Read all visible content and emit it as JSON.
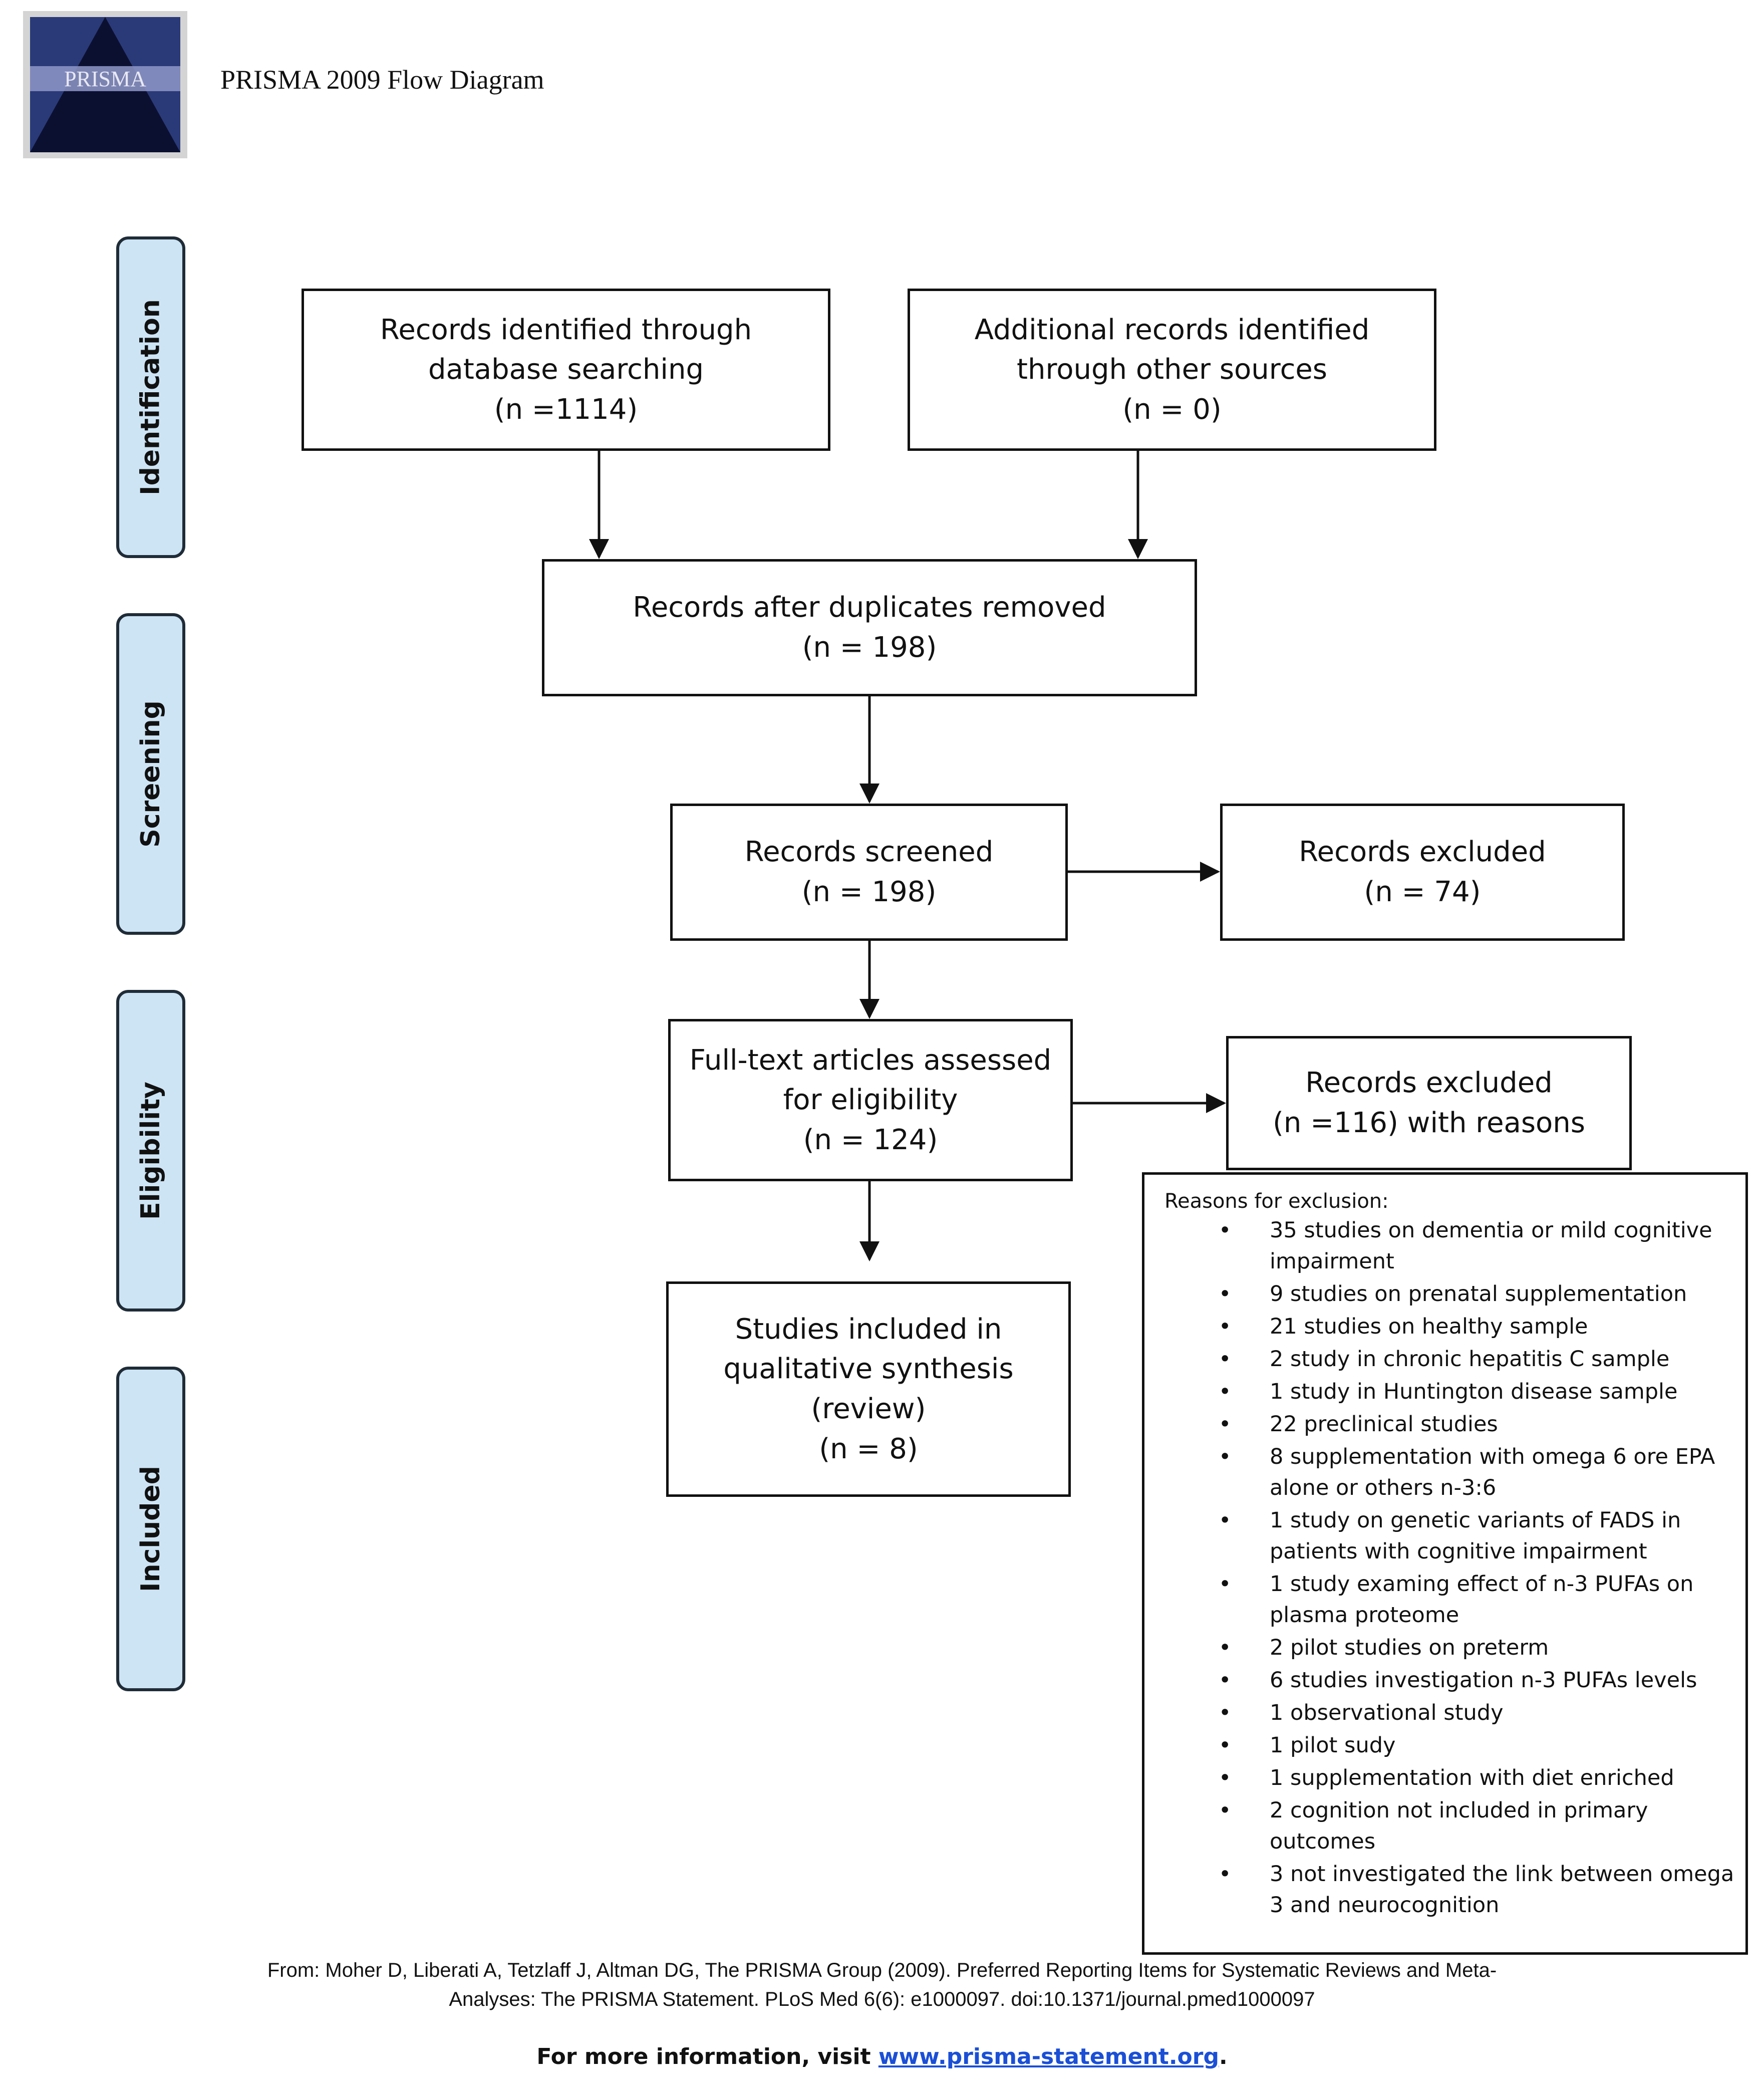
{
  "header": {
    "logo_text": "PRISMA",
    "title": "PRISMA 2009 Flow Diagram"
  },
  "stages": {
    "identification": "Identification",
    "screening": "Screening",
    "eligibility": "Eligibility",
    "included": "Included"
  },
  "boxes": {
    "database": {
      "line1": "Records identified through",
      "line2": "database searching",
      "count": "(n =1114)"
    },
    "other_sources": {
      "line1": "Additional records identified",
      "line2": "through other sources",
      "count": "(n = 0)"
    },
    "duplicates_removed": {
      "line1": "Records after duplicates removed",
      "count": "(n = 198)"
    },
    "screened": {
      "line1": "Records screened",
      "count": "(n = 198)"
    },
    "excluded_screening": {
      "line1": "Records excluded",
      "count": "(n = 74)"
    },
    "full_text": {
      "line1": "Full-text articles assessed",
      "line2": "for eligibility",
      "count": "(n = 124)"
    },
    "excluded_eligibility": {
      "line1": "Records excluded",
      "count": "(n =116) with reasons"
    },
    "included": {
      "line1": "Studies included in",
      "line2": "qualitative synthesis",
      "line3": "(review)",
      "count": "(n = 8)"
    }
  },
  "reasons": {
    "title": "Reasons for exclusion:",
    "items": [
      "35 studies on dementia or mild cognitive impairment",
      "9 studies on prenatal supplementation",
      "21 studies on healthy sample",
      "2 study in chronic hepatitis C sample",
      "1 study in Huntington disease sample",
      "22 preclinical studies",
      "8 supplementation with omega 6 ore EPA alone or others n-3:6",
      "1 study on genetic variants of FADS in patients with cognitive impairment",
      "1 study examing effect of n-3 PUFAs on plasma proteome",
      "2 pilot studies on preterm",
      "6 studies investigation n-3 PUFAs levels",
      "1 observational study",
      "1 pilot sudy",
      "1 supplementation with diet enriched",
      "2 cognition not included in primary outcomes",
      "3 not investigated the link between omega 3 and neurocognition"
    ]
  },
  "footer": {
    "citation_line1": "From:  Moher D, Liberati A, Tetzlaff J, Altman DG, The PRISMA Group (2009). Preferred Reporting Items for Systematic Reviews and Meta-",
    "citation_line2": "Analyses: The PRISMA Statement. PLoS Med 6(6): e1000097. doi:10.1371/journal.pmed1000097",
    "more_info_prefix": "For more information, visit ",
    "more_info_link": "www.prisma-statement.org",
    "more_info_suffix": "."
  },
  "colors": {
    "stage_fill": "#cde4f5",
    "stage_border": "#1f2c37",
    "link": "#1a4fd6"
  }
}
